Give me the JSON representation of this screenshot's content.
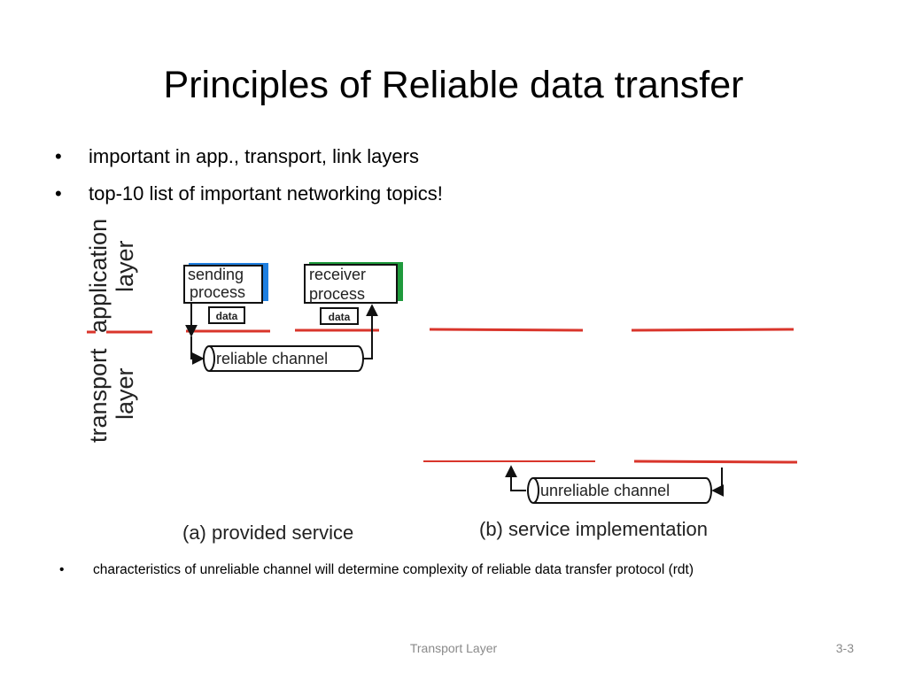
{
  "slide": {
    "title": "Principles of Reliable data transfer",
    "bullets": [
      "important in app., transport, link layers",
      "top-10 list of important networking topics!"
    ],
    "note": "characteristics of unreliable channel will determine complexity of reliable data transfer protocol (rdt)",
    "bullet_symbol": "•",
    "footer_center": "Transport Layer",
    "footer_right": "3-3"
  },
  "diagram": {
    "layer_labels": {
      "application_line1": "application",
      "application_line2": "layer",
      "transport_line1": "transport",
      "transport_line2": "layer"
    },
    "sending_process": {
      "line1": "sending",
      "line2": "process",
      "accent": "#1f7fe0"
    },
    "receiver_process": {
      "line1": "receiver",
      "line2": "process",
      "accent": "#1f9a3c"
    },
    "data_label": "data",
    "reliable_channel": "reliable channel",
    "unreliable_channel": "unreliable channel",
    "caption_a": "(a)  provided service",
    "caption_b": "(b) service implementation",
    "layer_line_color": "#d9352b"
  }
}
